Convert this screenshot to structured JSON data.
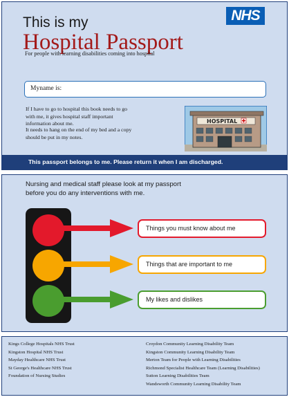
{
  "header": {
    "logo_text": "NHS",
    "title_line1": "This is my",
    "title_line2": "Hospital Passport",
    "subtitle": "For people with learning disabilities coming into hospital",
    "name_label": "Myname is:",
    "body_paragraph_1": "If I have to go to hospital this book needs to go with me, it gives hospital staff important information about me.",
    "body_paragraph_2": "It needs to hang on the end of my bed and a copy should be put in my notes.",
    "hospital_sign": "HOSPITAL",
    "banner_text": "This passport belongs to me. Please return it when I am discharged."
  },
  "traffic": {
    "intro": "Nursing and medical staff please look at my passport before you do any interventions with me.",
    "items": [
      {
        "label": "Things you must know about me",
        "color": "#e3192b"
      },
      {
        "label": "Things that are important to me",
        "color": "#f7a600"
      },
      {
        "label": "My likes and dislikes",
        "color": "#4a9d2f"
      }
    ]
  },
  "footer": {
    "left": [
      "Kings College Hospitals NHS Trust",
      "Kingston Hospital NHS Trust",
      "Mayday Healthcare NHS Trust",
      "St George's Healthcare NHS Trust",
      "Foundation of Nursing Studies"
    ],
    "right": [
      "Croydon Community Learning Disability Team",
      "Kingston Community Learning Disability Team",
      "Merton Team for People with Learning Disabilities",
      "Richmond Specialist Healthcare Team (Learning Disabilities)",
      "Sutton Learning Disabilities Team",
      "Wandsworth Community Learning Disability Team"
    ]
  },
  "colors": {
    "navy": "#1f3f7a",
    "panel": "#cfdcef",
    "title_red": "#a31a1a",
    "nhs_blue": "#0a5eb5"
  }
}
